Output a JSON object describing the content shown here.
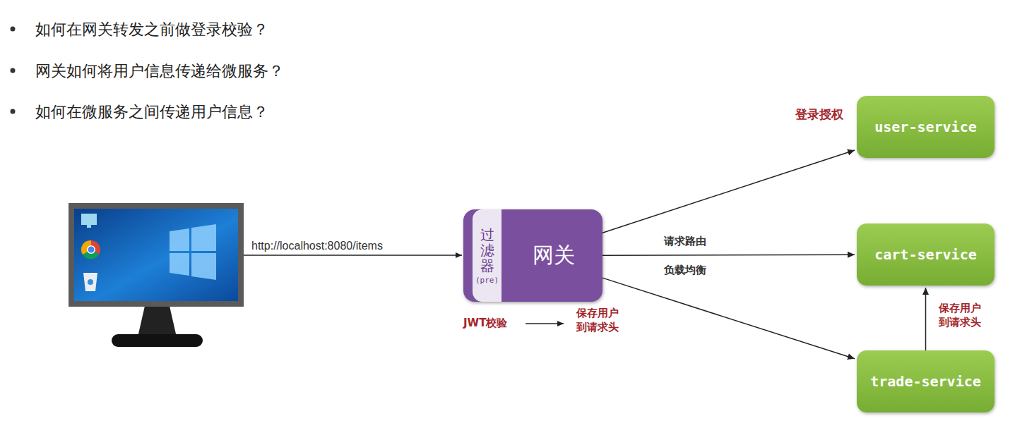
{
  "diagram": {
    "nodes": [
      {
        "text": [
          "网关"
        ]
      },
      {
        "text": [
          "过滤器",
          "(pre)"
        ],
        "in": 0
      },
      {
        "text": [
          "user-service"
        ]
      },
      {
        "text": [
          "cart-service"
        ]
      },
      {
        "text": [
          "trade-service"
        ]
      }
    ],
    "edges": [
      {
        "from": 0,
        "to": 2,
        "arrow": "to"
      },
      {
        "from": 0,
        "to": 3,
        "arrow": "to"
      },
      {
        "from": 0,
        "to": 4,
        "arrow": "to"
      },
      {
        "from": 4,
        "to": 3,
        "arrow": "to"
      }
    ],
    "labels": [
      "如何在网关转发之前做登录校验？",
      "网关如何将用户信息传递给微服务？",
      "如何在微服务之间传递用户信息？",
      "http://localhost:8080/items",
      "登录授权",
      "请求路由",
      "负载均衡",
      "JWT校验",
      "保存用户 到请求头",
      "保存用户 到请求头"
    ]
  }
}
